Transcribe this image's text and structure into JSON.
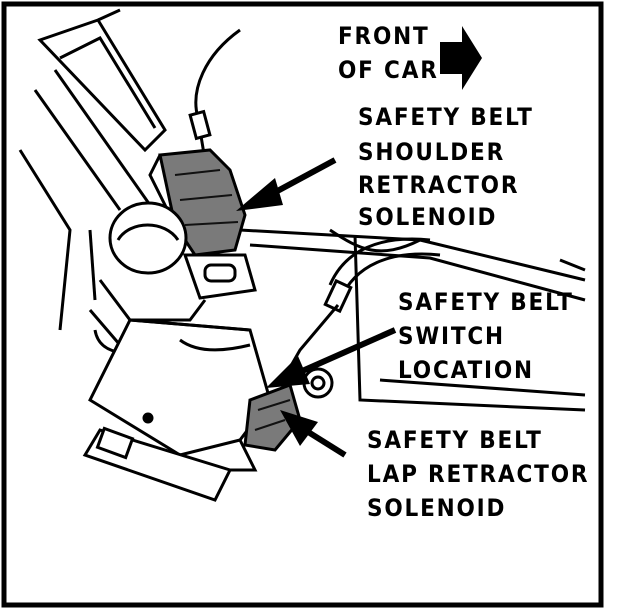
{
  "front_label": {
    "line1": "FRONT",
    "line2": "OF CAR"
  },
  "shoulder_solenoid": {
    "line1": "SAFETY BELT",
    "line2": "SHOULDER",
    "line3": "RETRACTOR",
    "line4": "SOLENOID"
  },
  "switch_location": {
    "line1": "SAFETY BELT",
    "line2": "SWITCH",
    "line3": "LOCATION"
  },
  "lap_solenoid": {
    "line1": "SAFETY BELT",
    "line2": "LAP RETRACTOR",
    "line3": "SOLENOID"
  },
  "colors": {
    "ink": "#000000",
    "paper": "#ffffff"
  }
}
